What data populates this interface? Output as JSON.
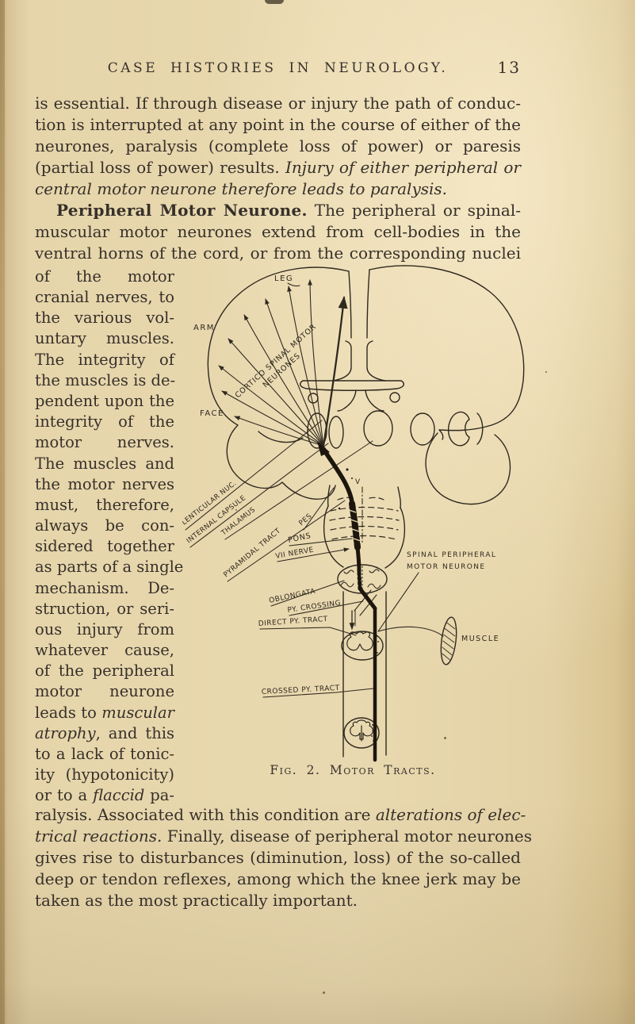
{
  "colors": {
    "paper": "#e8d7ac",
    "ink": "#36302a",
    "figure_ink": "#2f291f"
  },
  "header": {
    "title": "CASE HISTORIES IN NEUROLOGY.",
    "page_number": "13"
  },
  "para1": {
    "l1": "is essential. If through disease or injury the path of conduc-",
    "l2": "tion is interrupted at any point in the course of either of the",
    "l3": "neurones, paralysis (complete loss of power) or paresis",
    "l4a": "(partial loss of power) results. ",
    "l4b": "Injury of either peripheral or",
    "l5": "central motor neurone therefore leads to paralysis."
  },
  "para2": {
    "l1a": "Peripheral Motor Neurone.",
    "l1b": " The peripheral or spinal-",
    "l2": "muscular motor neurones extend from cell-bodies in the",
    "l3": "ventral horns of the cord, or from the corresponding nuclei"
  },
  "leftcol": {
    "lines1": [
      "of the motor",
      "cranial nerves, to",
      "the various vol-",
      "untary muscles.",
      "The integrity of",
      "the muscles is de-",
      "pendent upon the",
      "integrity of the",
      "motor nerves.",
      "The muscles and",
      "the motor nerves",
      "must, therefore,",
      "always be con-",
      "sidered together",
      "as parts of a single",
      "mechanism. De-",
      "struction, or seri-",
      "ous injury from",
      "whatever cause,",
      "of the peripheral",
      "motor neurone"
    ],
    "l22a": "leads to ",
    "l22b": "muscular",
    "l23a": "atrophy",
    "l23b": ", and this",
    "l24": "to a lack of tonic-",
    "l25": "ity (hypotonicity)",
    "l26a": "or to a ",
    "l26b": "flaccid",
    "l26c": " pa-"
  },
  "para3": {
    "l1a": "ralysis. Associated with this condition are ",
    "l1b": "alterations of elec-",
    "l2a": "trical reactions.",
    "l2b": " Finally, disease of peripheral motor neurones",
    "l3": "gives rise to disturbances (diminution, loss) of the so-called",
    "l4": "deep or tendon reflexes, among which the knee jerk may be",
    "l5": "taken as the most practically important."
  },
  "figure": {
    "caption": "Fig. 2. Motor Tracts.",
    "labels": {
      "leg": "LEG",
      "arm": "ARM",
      "face": "FACE",
      "cortico1": "CORTICO SPINAL MOTOR",
      "cortico2": "NEURONES",
      "lenticular": "LENTICULAR NUC.",
      "internal": "INTERNAL CAPSULE",
      "thalamus": "THALAMUS",
      "pyramidal": "PYRAMIDAL TRACT",
      "pes": "PES",
      "pons": "PONS",
      "vii": "VII NERVE",
      "oblongata": "OBLONGATA",
      "pycrossing": "PY. CROSSING",
      "direct": "DIRECT PY. TRACT",
      "crossed": "CROSSED PY. TRACT",
      "spinal1": "SPINAL PERIPHERAL",
      "spinal2": "MOTOR NEURONE",
      "muscle": "MUSCLE",
      "v": "V"
    }
  }
}
